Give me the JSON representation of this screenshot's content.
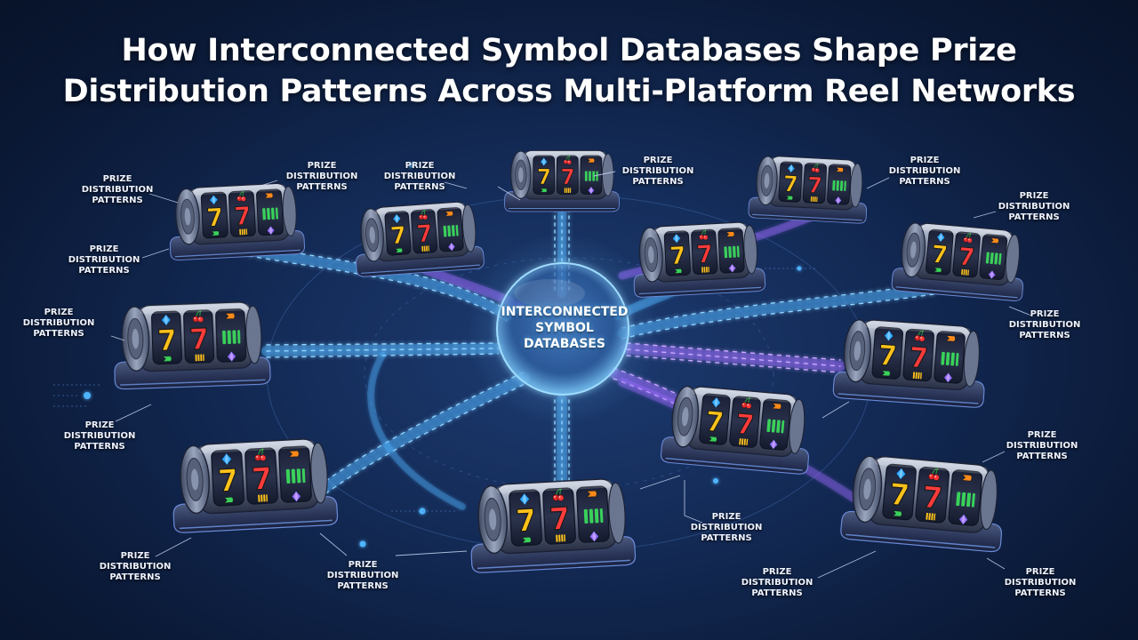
{
  "title": {
    "line1": "How Interconnected Symbol Databases Shape Prize",
    "line2": "Distribution Patterns Across Multi-Platform Reel Networks"
  },
  "hub": {
    "line1": "INTERCONNECTED",
    "line2": "SYMBOL",
    "line3": "DATABASES"
  },
  "label": {
    "line1": "PRIZE",
    "line2": "DISTRIBUTION",
    "line3": "PATTERNS"
  },
  "colors": {
    "background": "#0b1a38",
    "flow_blue": "#4fb4ff",
    "flow_purple": "#9b6bff",
    "hub_glow": "#6ec6ff",
    "symbol_red": "#ff3b3b",
    "symbol_yellow": "#ffc21a",
    "symbol_blue": "#2ea8ff",
    "symbol_green": "#39d15a",
    "symbol_orange": "#ff8a1a"
  },
  "symbols": [
    "seven-icon",
    "cherry-icon",
    "diamond-icon",
    "bar-icon"
  ]
}
